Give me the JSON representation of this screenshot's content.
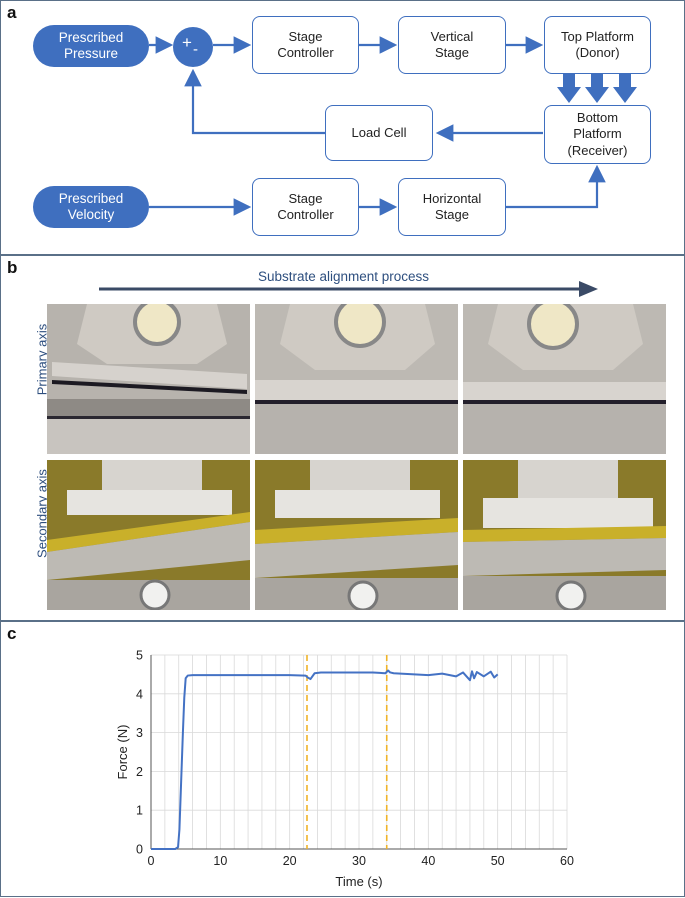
{
  "panel_a": {
    "letter": "a",
    "prescribed_pressure": "Prescribed\nPressure",
    "sum_plus": "+",
    "sum_minus": "-",
    "stage_controller_1": "Stage\nController",
    "vertical_stage": "Vertical\nStage",
    "top_platform": "Top Platform\n(Donor)",
    "bottom_platform": "Bottom\nPlatform\n(Receiver)",
    "load_cell": "Load Cell",
    "prescribed_velocity": "Prescribed\nVelocity",
    "stage_controller_2": "Stage\nController",
    "horizontal_stage": "Horizontal\nStage",
    "colors": {
      "accent": "#3f6fbf"
    }
  },
  "panel_b": {
    "letter": "b",
    "process_label": "Substrate alignment process",
    "primary_axis": "Primary axis",
    "secondary_axis": "Secondary axis"
  },
  "panel_c": {
    "letter": "c"
  },
  "chart_data": {
    "type": "line",
    "title": "",
    "xlabel": "Time (s)",
    "ylabel": "Force (N)",
    "xlim": [
      0,
      60
    ],
    "ylim": [
      0,
      5
    ],
    "xticks": [
      0,
      10,
      20,
      30,
      40,
      50,
      60
    ],
    "yticks": [
      0,
      1,
      2,
      3,
      4,
      5
    ],
    "grid": true,
    "series": [
      {
        "color": "#4472c4",
        "x": [
          0,
          3.5,
          3.9,
          4.1,
          4.3,
          4.6,
          4.8,
          5.0,
          5.3,
          6,
          10,
          15,
          20,
          22.3,
          22.6,
          23.0,
          23.6,
          24.5,
          28,
          32,
          33.8,
          34.2,
          34.5,
          35,
          36,
          38,
          40,
          42,
          44,
          45,
          46,
          46.3,
          46.6,
          47,
          48,
          49,
          49.5,
          50
        ],
        "values": [
          0,
          0,
          0.05,
          0.5,
          1.5,
          3.0,
          3.9,
          4.4,
          4.47,
          4.48,
          4.48,
          4.48,
          4.48,
          4.47,
          4.42,
          4.38,
          4.53,
          4.55,
          4.55,
          4.55,
          4.53,
          4.6,
          4.55,
          4.53,
          4.52,
          4.5,
          4.48,
          4.52,
          4.45,
          4.55,
          4.35,
          4.58,
          4.4,
          4.56,
          4.45,
          4.57,
          4.42,
          4.5
        ]
      }
    ],
    "markers": [
      {
        "x": 22.5,
        "color": "#f0b429",
        "style": "dashed"
      },
      {
        "x": 34.0,
        "color": "#f0b429",
        "style": "dashed"
      }
    ]
  }
}
